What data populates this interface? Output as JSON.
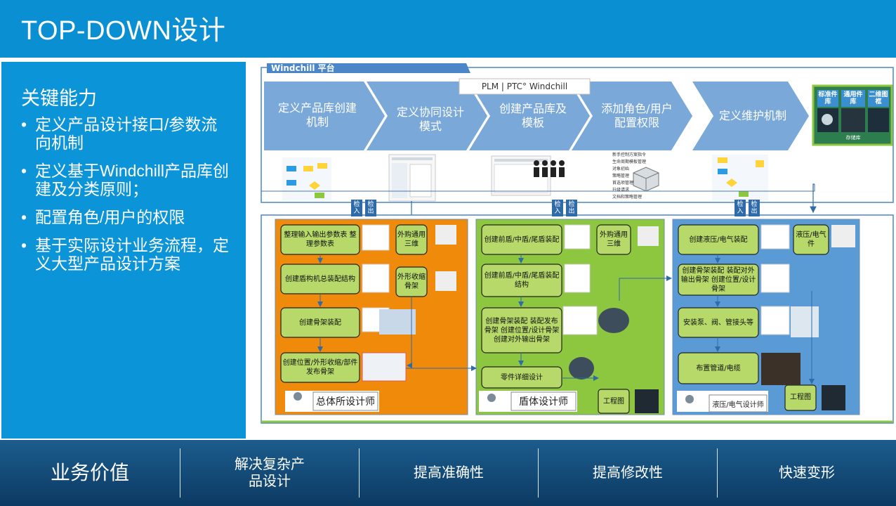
{
  "header": {
    "title": "TOP-DOWN设计"
  },
  "capabilities": {
    "title": "关键能力",
    "items": [
      "定义产品设计接口/参数流向机制",
      "定义基于Windchill产品库创建及分类原则；",
      "配置角色/用户的权限",
      "基于实际设计业务流程，定义大型产品设计方案"
    ]
  },
  "platform": {
    "label": "Windchill 平台",
    "ptc_logo": "PLM | PTC° Windchill",
    "chevrons": [
      "定义产品库创建机制",
      "定义协同设计模式",
      "创建产品库及模板",
      "添加角色/用户配置权限",
      "定义维护机制"
    ],
    "library_tabs": [
      "标准件库",
      "通用件库",
      "二维图框"
    ],
    "library_footer": "存储库",
    "checkin": "检入",
    "checkout": "检出",
    "menu_lines": [
      "新手控制方案指令",
      "生命周期模板管理",
      "对象初始",
      "策略管理",
      "首选项管理",
      "升级请求",
      "文档和策略管理"
    ]
  },
  "lanes": [
    {
      "color": "#f08a0b",
      "steps": [
        "整理输入输出参数表 整理参数表",
        "创建盾构机总装配结构",
        "创建骨架装配",
        "创建位置/外形收缩/部件发布骨架"
      ],
      "side": [
        "外购通用三维",
        "外形收缩骨架"
      ],
      "role": "总体所设计师"
    },
    {
      "color": "#8dc63f",
      "steps": [
        "创建前盾/中盾/尾盾装配",
        "创建前盾/中盾/尾盾装配结构",
        "创建骨架装配 装配发布骨架 创建位置/设计骨架 创建对外输出骨架",
        "零件详细设计"
      ],
      "side": [
        "外购通用三维"
      ],
      "role": "盾体设计师",
      "drawing": "工程图"
    },
    {
      "color": "#5b9bd5",
      "steps": [
        "创建液压/电气装配",
        "创建骨架装配 装配对外输出骨架 创建位置/设计骨架",
        "安装泵、阀、管接头等",
        "布置管道/电缆"
      ],
      "side": [
        "液压/电气件"
      ],
      "role": "液压/电气设计师",
      "drawing": "工程图"
    }
  ],
  "values": {
    "label": "业务价值",
    "items": [
      "解决复杂产品设计",
      "提高准确性",
      "提高修改性",
      "快速变形"
    ]
  }
}
